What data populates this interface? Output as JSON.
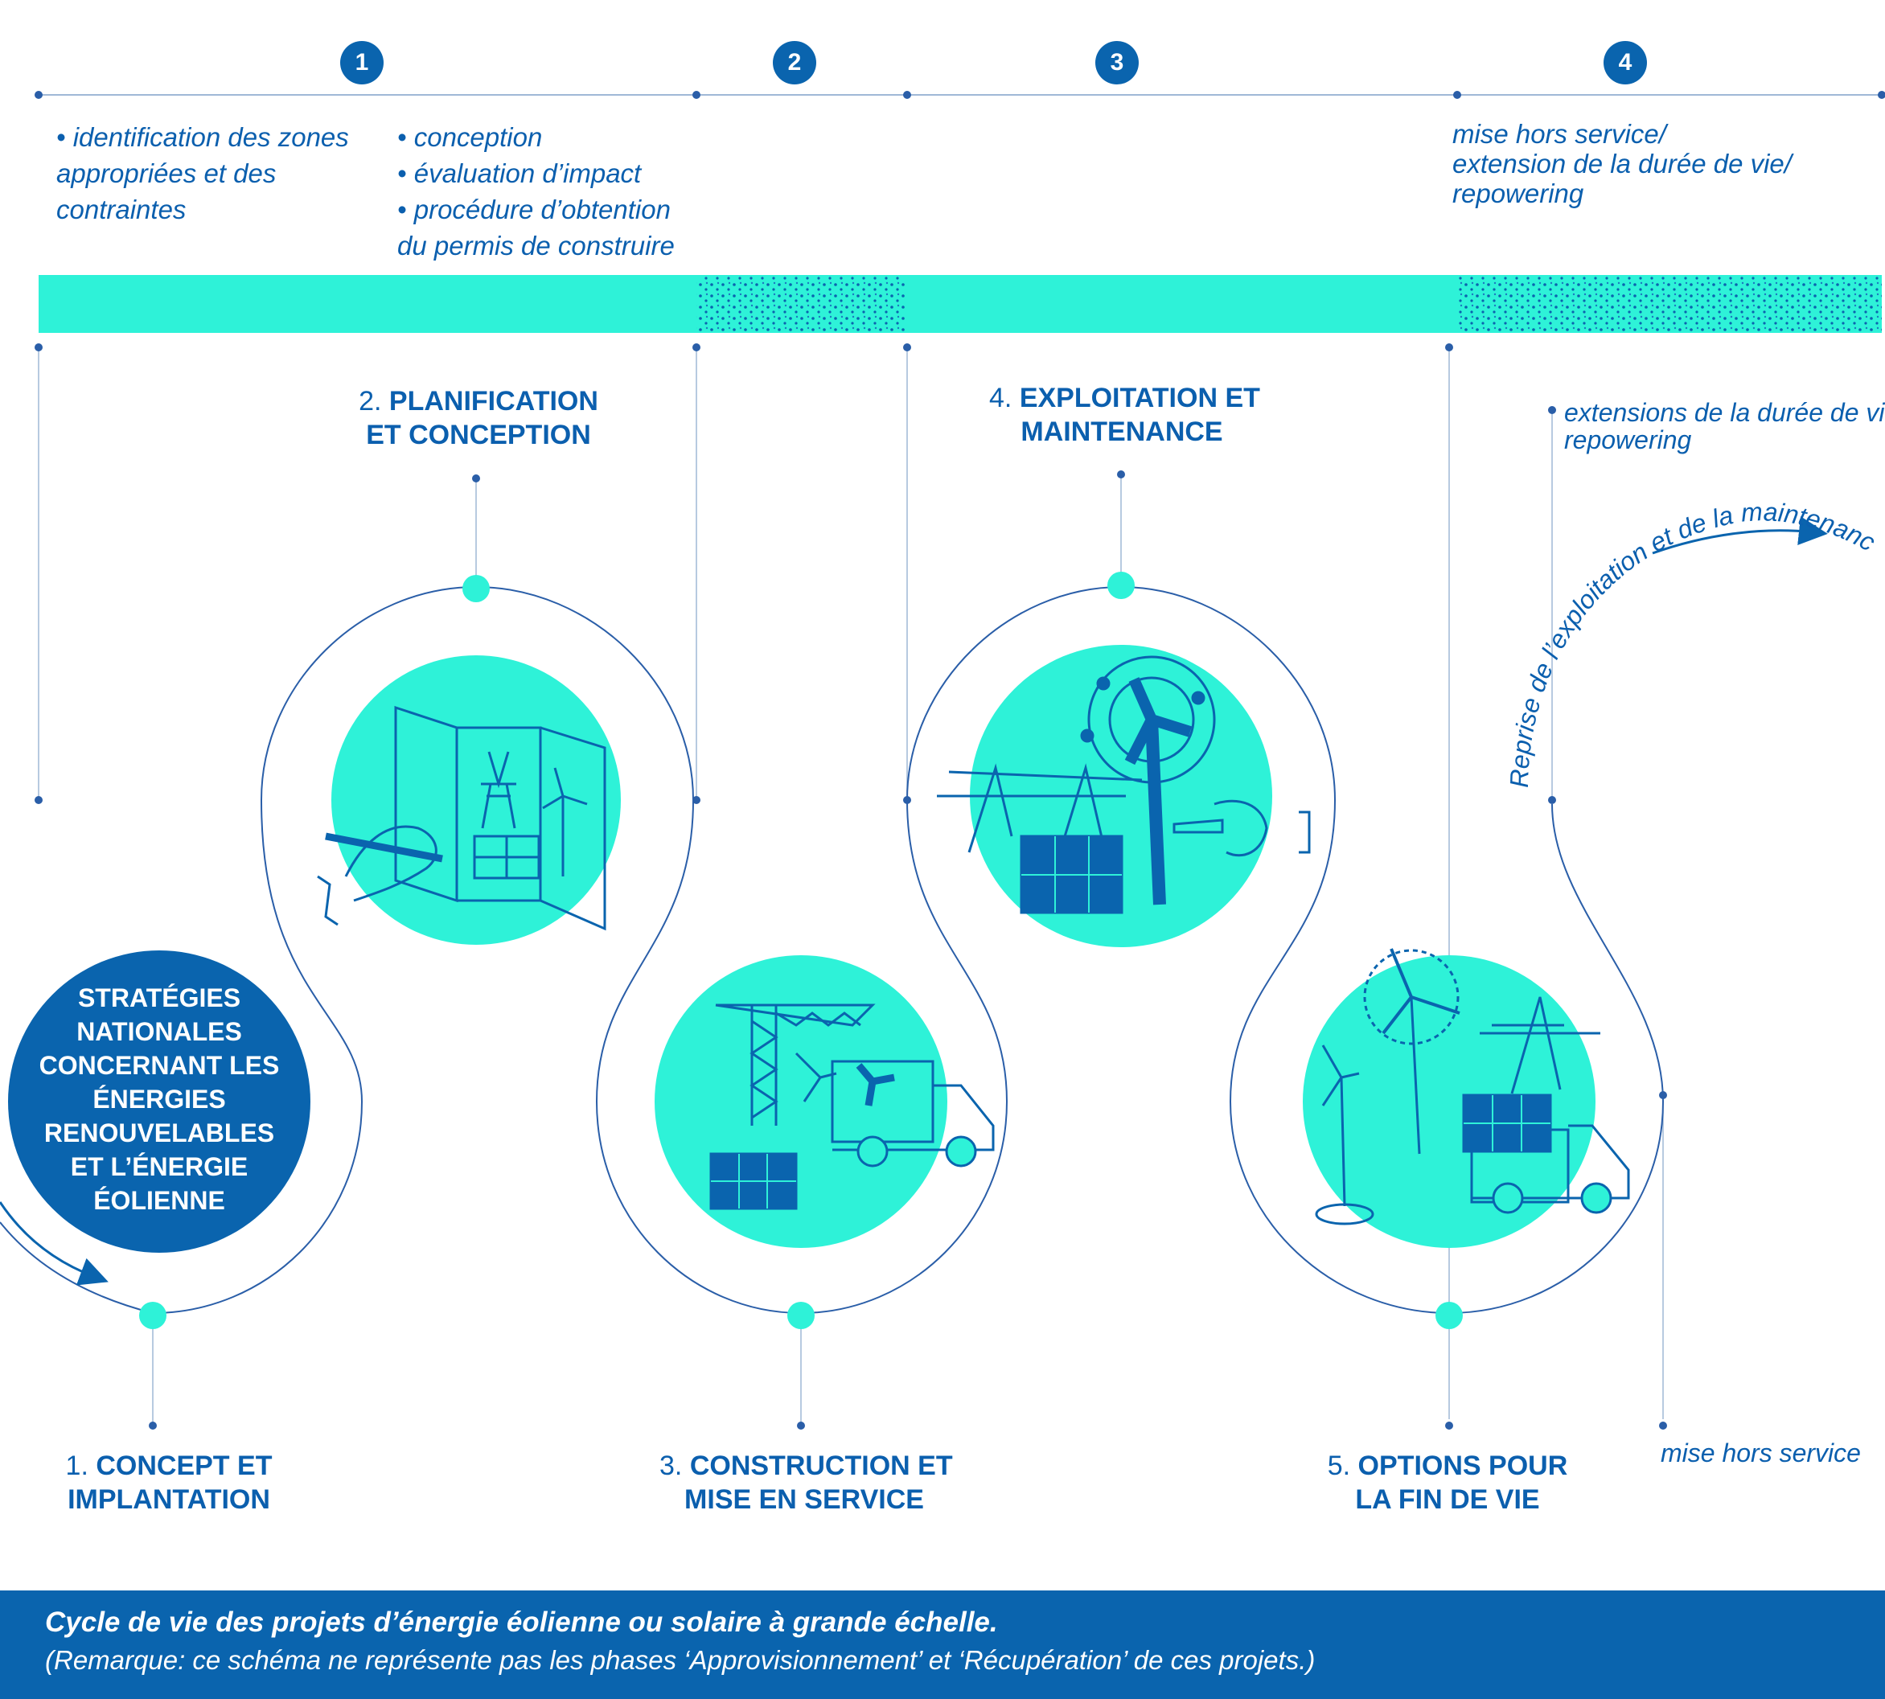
{
  "phases": [
    "1",
    "2",
    "3",
    "4"
  ],
  "notes": {
    "phase1_left": [
      "• identification des zones",
      "appropriées et des",
      "contraintes"
    ],
    "phase1_right": [
      "• conception",
      "• évaluation d’impact",
      "• procédure d’obtention",
      "du permis de construire"
    ],
    "phase4": [
      "mise hors service/",
      "extension de la durée de vie/",
      "repowering"
    ],
    "extensions": [
      "extensions de la durée de vie",
      "repowering"
    ],
    "decommission": "mise hors service",
    "arc_label": "Reprise de l’exploitation et de la maintenance"
  },
  "center": {
    "lines": [
      "STRATÉGIES",
      "NATIONALES",
      "CONCERNANT LES",
      "ÉNERGIES",
      "RENOUVELABLES",
      "ET L’ÉNERGIE",
      "ÉOLIENNE"
    ]
  },
  "stages": [
    {
      "num": "1.",
      "line1": "CONCEPT ET",
      "line2": "IMPLANTATION"
    },
    {
      "num": "2.",
      "line1": "PLANIFICATION",
      "line2": "ET CONCEPTION"
    },
    {
      "num": "3.",
      "line1": "CONSTRUCTION ET",
      "line2": "MISE EN SERVICE"
    },
    {
      "num": "4.",
      "line1": "EXPLOITATION ET",
      "line2": "MAINTENANCE"
    },
    {
      "num": "5.",
      "line1": "OPTIONS POUR",
      "line2": "LA FIN DE VIE"
    }
  ],
  "icons": [
    "planning-map-icon",
    "construction-crane-truck-icon",
    "maintenance-turbine-icon",
    "end-of-life-turbine-truck-icon"
  ],
  "colors": {
    "turquoise": "#2ef2d8",
    "blue": "#0a64ae",
    "line": "#2a5ea8"
  },
  "caption": {
    "title": "Cycle de vie des projets d’énergie éolienne ou solaire à grande échelle.",
    "note": "(Remarque: ce schéma ne représente pas les phases ‘Approvisionnement’ et ‘Récupération’ de ces projets.)"
  }
}
